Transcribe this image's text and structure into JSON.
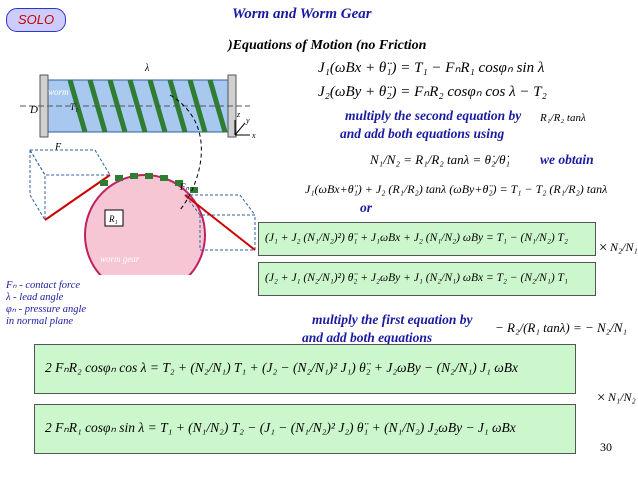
{
  "badge": "SOLO",
  "title": "Worm and Worm Gear",
  "heading": ")Equations of Motion (no Friction",
  "eq1": "J₁(ω̇Bx + θ̈₁) = T₁ − FₙR₁ cosφₙ sin λ",
  "eq2": "J₂(ω̇By + θ̈₂) = FₙR₂ cosφₙ cos λ − T₂",
  "instr1": "multiply the second equation by",
  "instr2": "and add both equations using",
  "side_factor": "R₁/R₂ tanλ",
  "ratio_eq": "N₁/N₂ = R₁/R₂ tanλ = θ̇₂/θ̇₁",
  "we_obtain": "we obtain",
  "combined_eq": "J₁(ω̇Bx+θ̈₁) + J₂ (R₁/R₂) tanλ (ω̇By+θ̈₂) = T₁ − T₂ (R₁/R₂) tanλ",
  "or": "or",
  "box_eq1": "(J₁ + J₂ (N₁/N₂)²) θ̈₁ + J₁ω̇Bx + J₂ (N₁/N₂) ω̇By = T₁ − (N₁/N₂) T₂",
  "box_eq2": "(J₂ + J₁ (N₂/N₁)²) θ̈₂ + J₂ω̇By + J₁ (N₂/N₁) ω̇Bx = T₂ − (N₂/N₁) T₁",
  "times": "×",
  "mult_a": "N₂/N₁",
  "instr3": "multiply the first equation by",
  "instr4": "and add both equations",
  "factor_b": "− R₂/(R₁ tanλ) = − N₂/N₁",
  "big_eq1": "2 FₙR₂ cosφₙ cos λ = T₂ + (N₂/N₁) T₁ + (J₂ − (N₂/N₁)² J₁) θ̈₂ + J₂ω̇By − (N₂/N₁) J₁ ω̇Bx",
  "big_eq2": "2 FₙR₁ cosφₙ sin λ = T₁ + (N₁/N₂) T₂ − (J₁ − (N₁/N₂)² J₂) θ̈₁ + (N₁/N₂) J₂ω̇By − J₁ ω̇Bx",
  "mult_b": "N₁/N₂",
  "legend": [
    "Fₙ - contact force",
    "λ - lead angle",
    "φₙ - pressure angle",
    "in normal plane"
  ],
  "diagram": {
    "worm": "worm",
    "worm_gear": "worm gear",
    "T1": "T₁",
    "D": "D",
    "R1": "R₁",
    "lambda": "λ",
    "Fn": "Fₙ",
    "F": "F",
    "x": "x",
    "y": "y",
    "z": "z"
  },
  "page_number": "30"
}
